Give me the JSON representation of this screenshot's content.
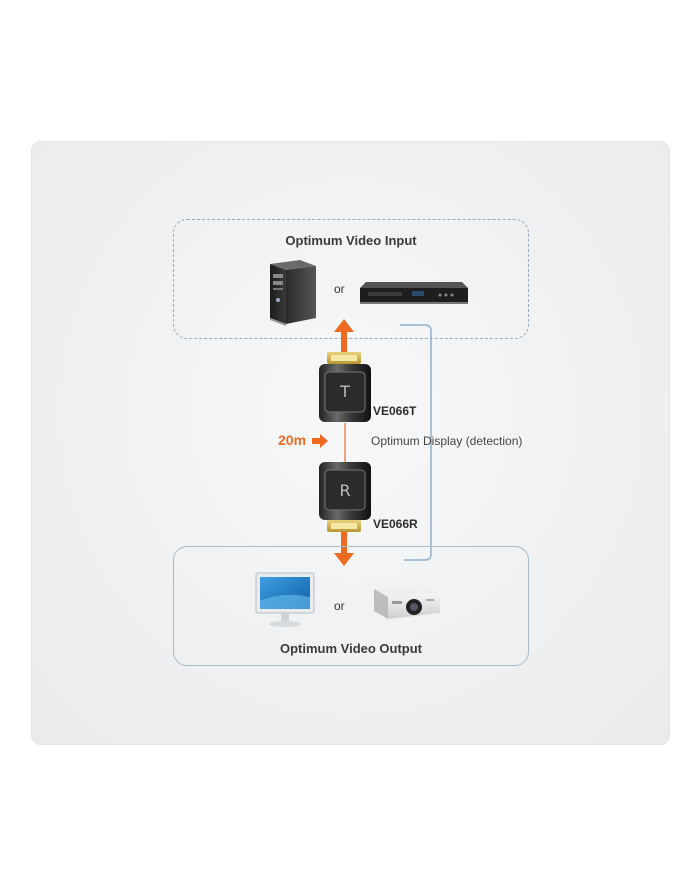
{
  "input": {
    "title": "Optimum Video Input",
    "or_label": "or"
  },
  "output": {
    "title": "Optimum Video Output",
    "or_label": "or"
  },
  "transmitter": {
    "model": "VE066T",
    "letter": "T"
  },
  "receiver": {
    "model": "VE066R",
    "letter": "R"
  },
  "distance": {
    "label": "20m"
  },
  "feedback": {
    "label": "Optimum Display (detection)"
  },
  "colors": {
    "arrow": "#ee6a1f",
    "feedback_line": "#8fb0cc",
    "input_border": "#9aa8b8",
    "output_border": "#a7bccb"
  }
}
